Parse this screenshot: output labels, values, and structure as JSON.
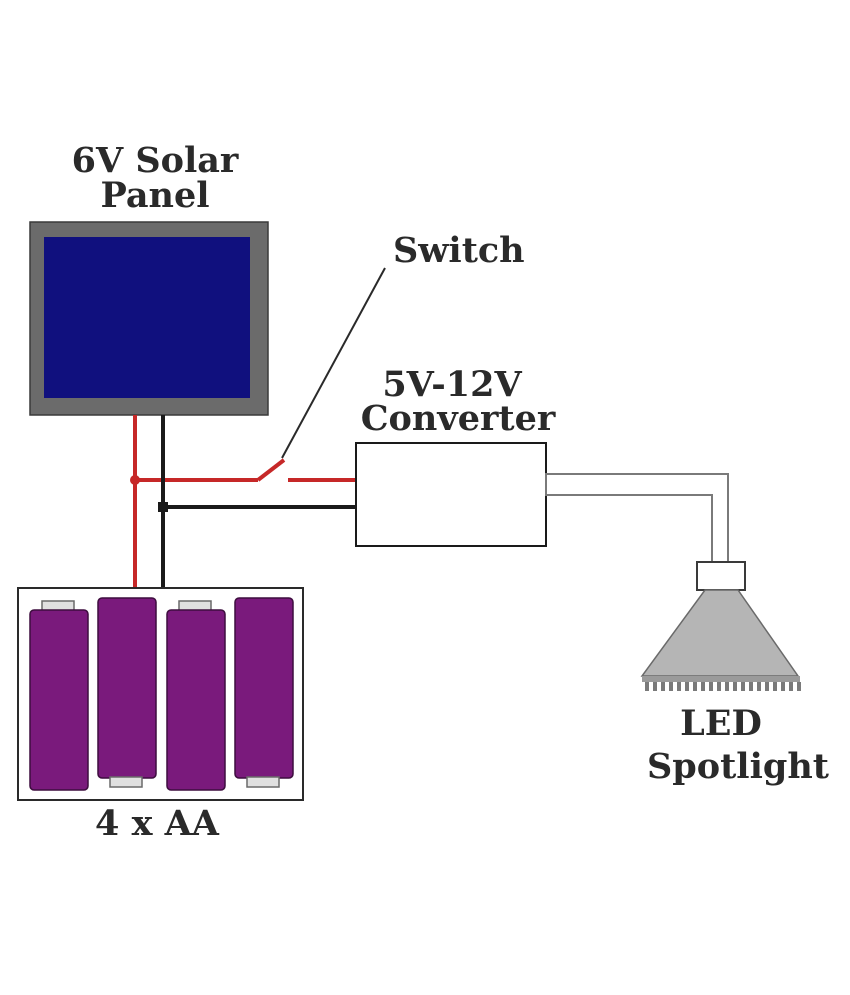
{
  "labels": {
    "solar_panel": [
      "6V Solar",
      "Panel"
    ],
    "switch": "Switch",
    "converter": [
      "5V-12V",
      "Converter"
    ],
    "battery": "4 x AA",
    "led": [
      "LED",
      "Spotlight"
    ]
  },
  "colors": {
    "panel_frame": "#6b6b6b",
    "panel_cell": "#10107e",
    "positive_wire": "#c62828",
    "negative_wire": "#1a1a1a",
    "battery_cell": "#7a1a7c",
    "lamp": "#b5b5b5",
    "text": "#2a2a2a"
  }
}
